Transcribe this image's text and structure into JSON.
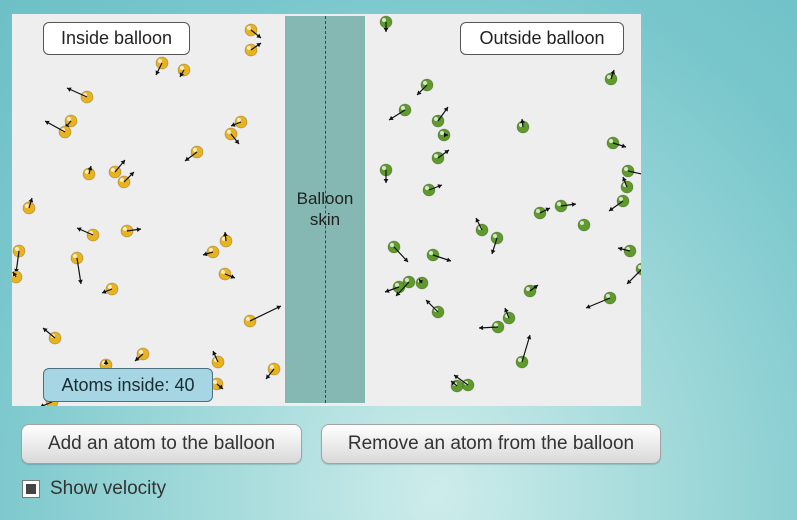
{
  "simulation": {
    "inside_label": "Inside balloon",
    "outside_label": "Outside balloon",
    "skin_label_line1": "Balloon",
    "skin_label_line2": "skin",
    "atoms_inside_label": "Atoms inside: 40",
    "atoms_inside_count": 40,
    "colors": {
      "inside_atom": "#e8b31f",
      "outside_atom": "#5f9a2c",
      "skin": "#86b8b3",
      "arrow": "#111111"
    }
  },
  "controls": {
    "add_label": "Add an atom to the balloon",
    "remove_label": "Remove an atom from the balloon",
    "show_velocity_label": "Show velocity",
    "show_velocity_checked": true
  }
}
